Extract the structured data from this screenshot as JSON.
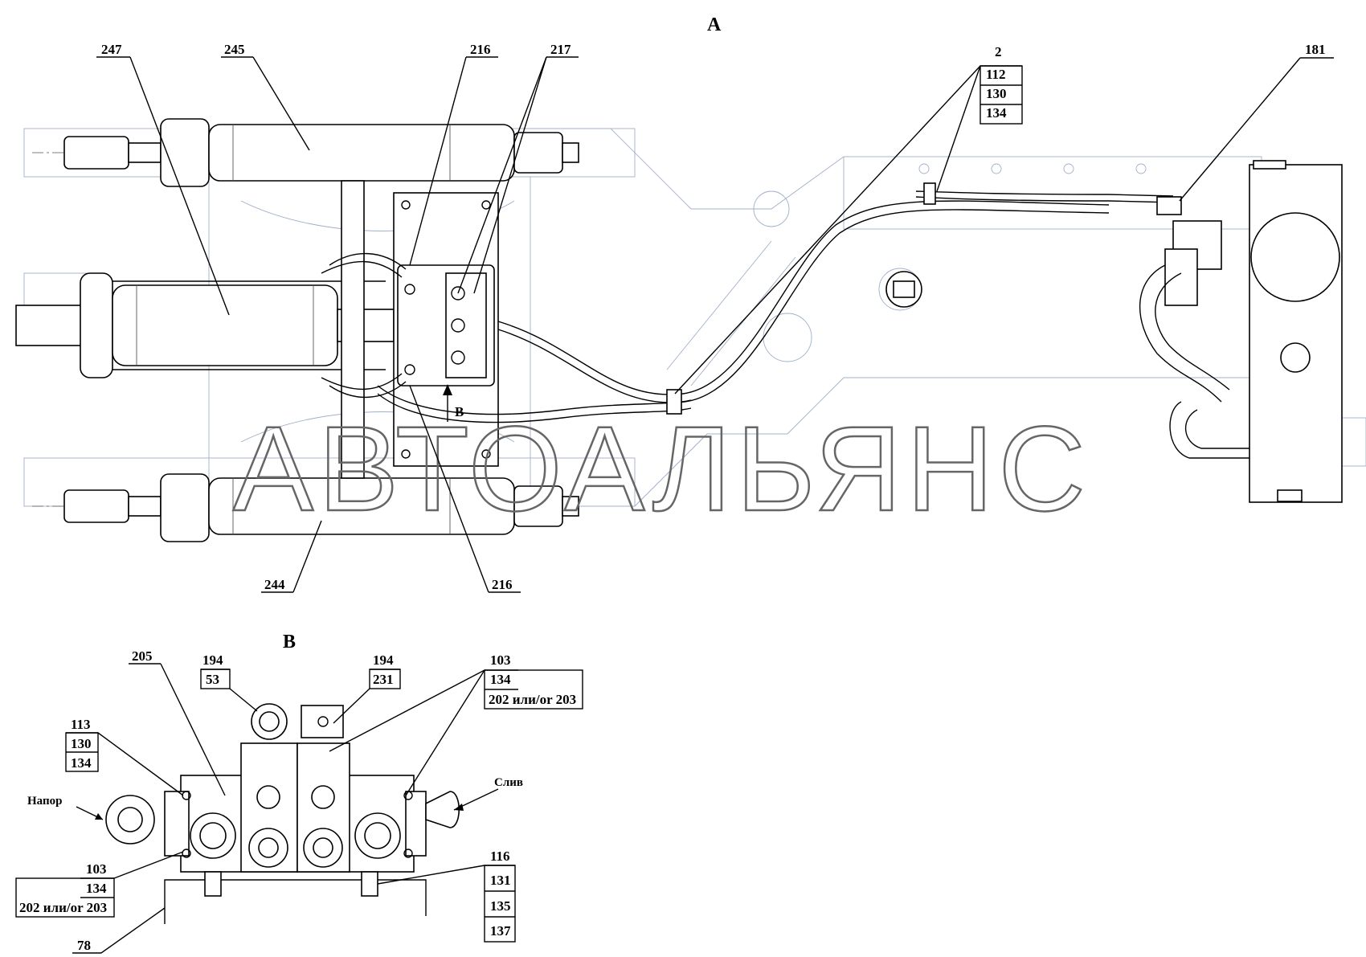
{
  "views": {
    "a": "А",
    "b": "В",
    "arrow_b": "В"
  },
  "watermark": "АВТОАЛЬЯНС",
  "view_a_callouts": {
    "c247": "247",
    "c245": "245",
    "c216_top": "216",
    "c217": "217",
    "c2": "2",
    "c112": "112",
    "c130": "130",
    "c134": "134",
    "c181": "181",
    "c244": "244",
    "c216_bottom": "216"
  },
  "view_b_callouts": {
    "c205": "205",
    "c194a": "194",
    "c53": "53",
    "c194b": "194",
    "c231": "231",
    "c103_top": "103",
    "c134_top": "134",
    "c202_top": "202 или/or 203",
    "c113": "113",
    "c130": "130",
    "c134_left": "134",
    "c103_bot": "103",
    "c134_bot": "134",
    "c202_bot": "202 или/or 203",
    "c78": "78",
    "c116": "116",
    "c131": "131",
    "c135": "135",
    "c137": "137",
    "napor": "Напор",
    "sliv": "Слив"
  },
  "colors": {
    "lines": "#000000",
    "frame_background": "#9fb0c8",
    "watermark": "#666666"
  }
}
